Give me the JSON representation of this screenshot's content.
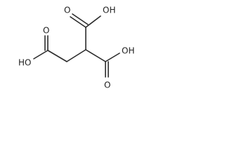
{
  "structure": {
    "atom_labels": {
      "o_top_carbonyl": "O",
      "oh_top": "OH",
      "oh_right": "OH",
      "o_bottom_carbonyl": "O",
      "o_left_carbonyl": "O",
      "ho_left": "HO"
    },
    "colors": {
      "bond": "#2b2b2b",
      "label": "#222222",
      "background": "#ffffff"
    }
  }
}
